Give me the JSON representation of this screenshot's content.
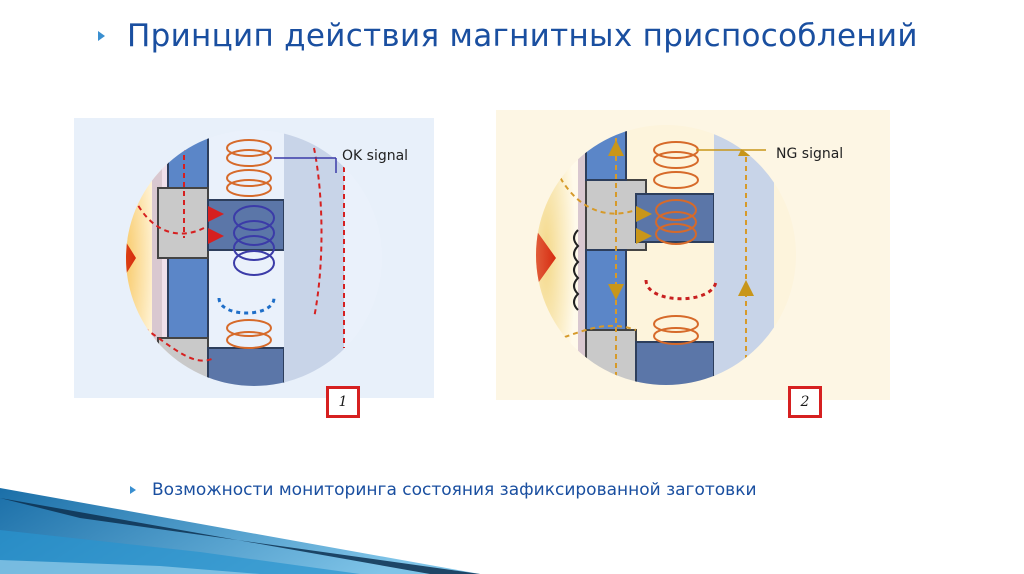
{
  "slide": {
    "title": "Принцип действия магнитных приспособлений",
    "subtitle": "Возможности мониторинга состояния зафиксированной заготовки"
  },
  "figures": [
    {
      "signal_label": "OK signal",
      "badge": "1"
    },
    {
      "signal_label": "NG signal",
      "badge": "2"
    }
  ],
  "colors": {
    "title": "#1a4fa0",
    "bullet": "#3a8fd0",
    "badge_border": "#d62020",
    "wave_dark": "#0d3050",
    "wave_blue": "#1e8ac8"
  }
}
